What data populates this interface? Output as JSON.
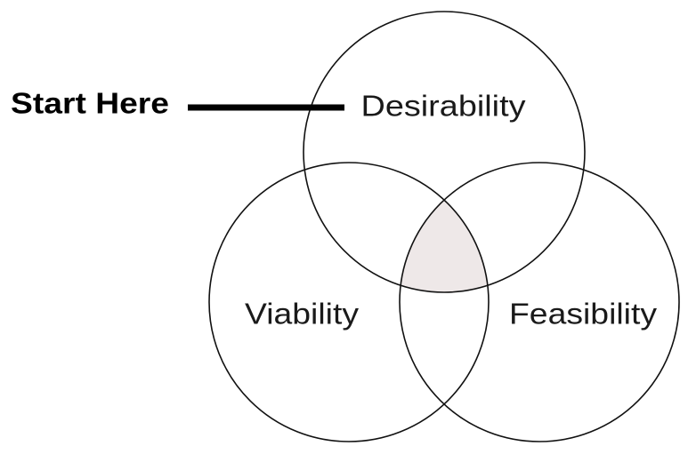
{
  "diagram": {
    "type": "venn",
    "start_label": "Start Here",
    "sets": [
      {
        "id": "desirability",
        "label": "Desirability"
      },
      {
        "id": "viability",
        "label": "Viability"
      },
      {
        "id": "feasibility",
        "label": "Feasibility"
      }
    ],
    "colors": {
      "stroke": "#111111",
      "text": "#1a1a1a",
      "pointer": "#000000",
      "intersection_fill": "#eee8e8"
    }
  }
}
